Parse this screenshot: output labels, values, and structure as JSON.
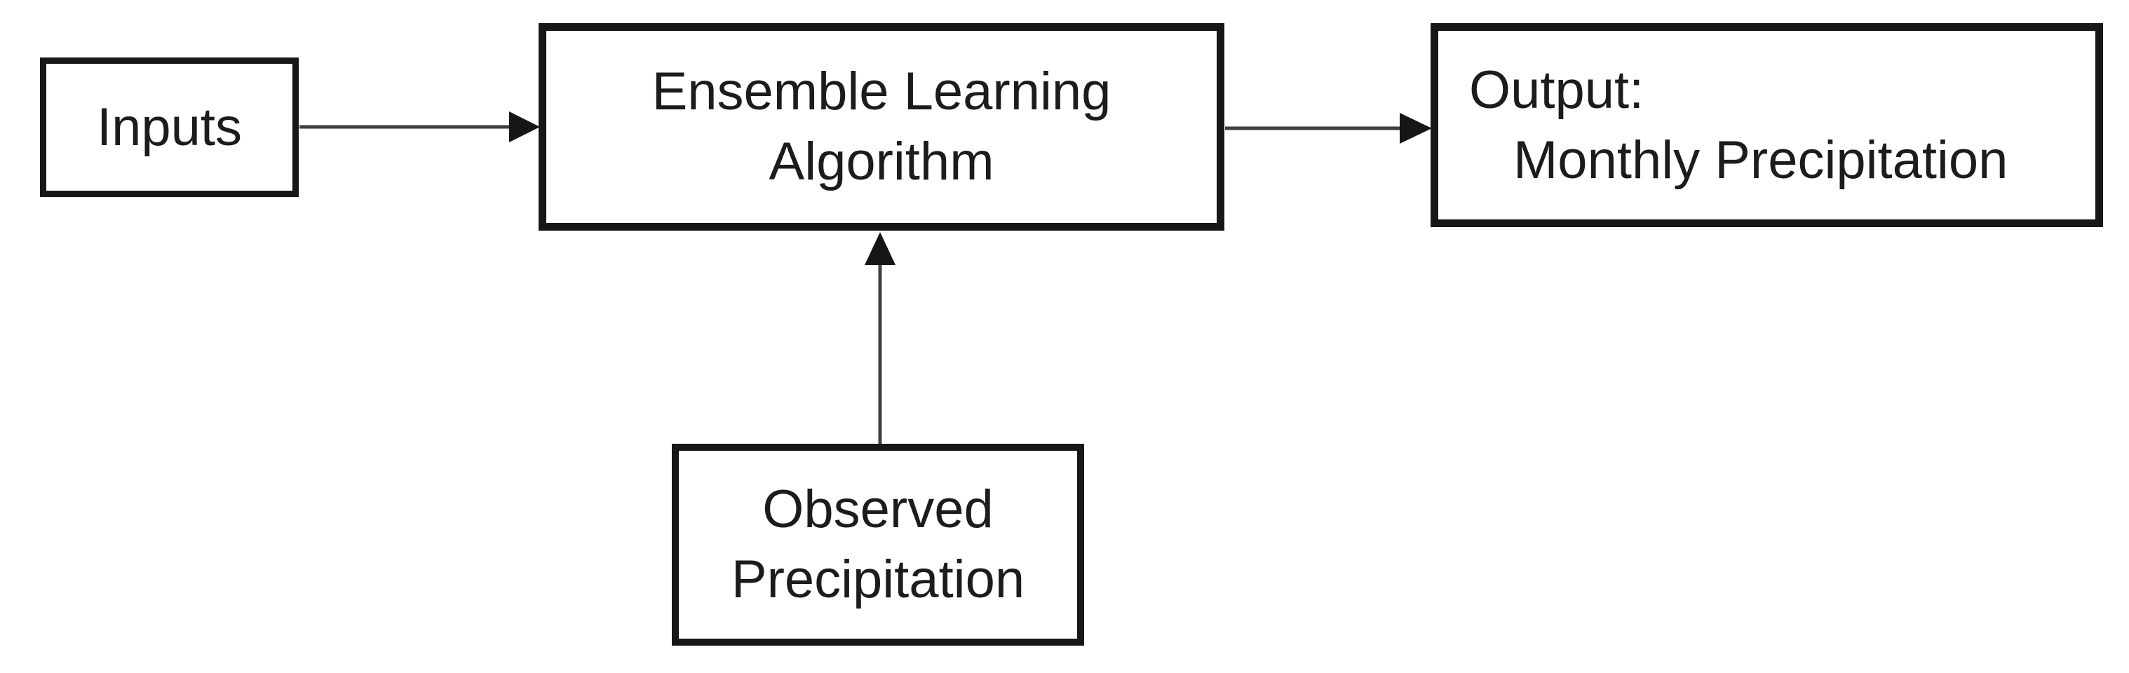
{
  "diagram": {
    "type": "flowchart",
    "colors": {
      "background": "#ffffff",
      "box_border": "#171717",
      "text": "#1c1c1c",
      "arrow_line": "#3f3f3f",
      "arrow_head": "#161616"
    },
    "nodes": {
      "inputs": {
        "label": "Inputs"
      },
      "ensemble": {
        "line1": "Ensemble Learning",
        "line2": "Algorithm"
      },
      "output": {
        "line1": "Output:",
        "line2": "Monthly Precipitation"
      },
      "observed": {
        "line1": "Observed",
        "line2": "Precipitation"
      }
    },
    "edges": [
      {
        "from": "Inputs",
        "to": "Ensemble Learning Algorithm",
        "direction": "right"
      },
      {
        "from": "Ensemble Learning Algorithm",
        "to": "Output: Monthly Precipitation",
        "direction": "right"
      },
      {
        "from": "Observed Precipitation",
        "to": "Ensemble Learning Algorithm",
        "direction": "up"
      }
    ]
  }
}
